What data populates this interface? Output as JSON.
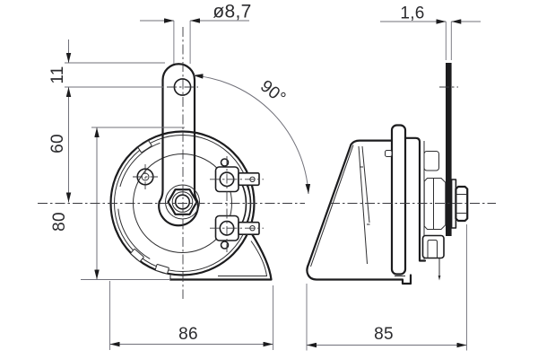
{
  "drawing": {
    "background": "#ffffff",
    "colors": {
      "outline": "#1c1c1e",
      "thin_line": "#2e2e30",
      "dimension_line": "#71717a",
      "center_line": "#3a3a3e",
      "text": "#2b2b2e"
    },
    "front_view": {
      "dims": {
        "hole_diameter": "ø8,7",
        "top_to_hole": "11",
        "hole_to_axis": "60",
        "height": "80",
        "width": "86",
        "swivel_angle": "90°"
      }
    },
    "side_view": {
      "dims": {
        "plate_thickness": "1,6",
        "depth": "85"
      }
    }
  }
}
